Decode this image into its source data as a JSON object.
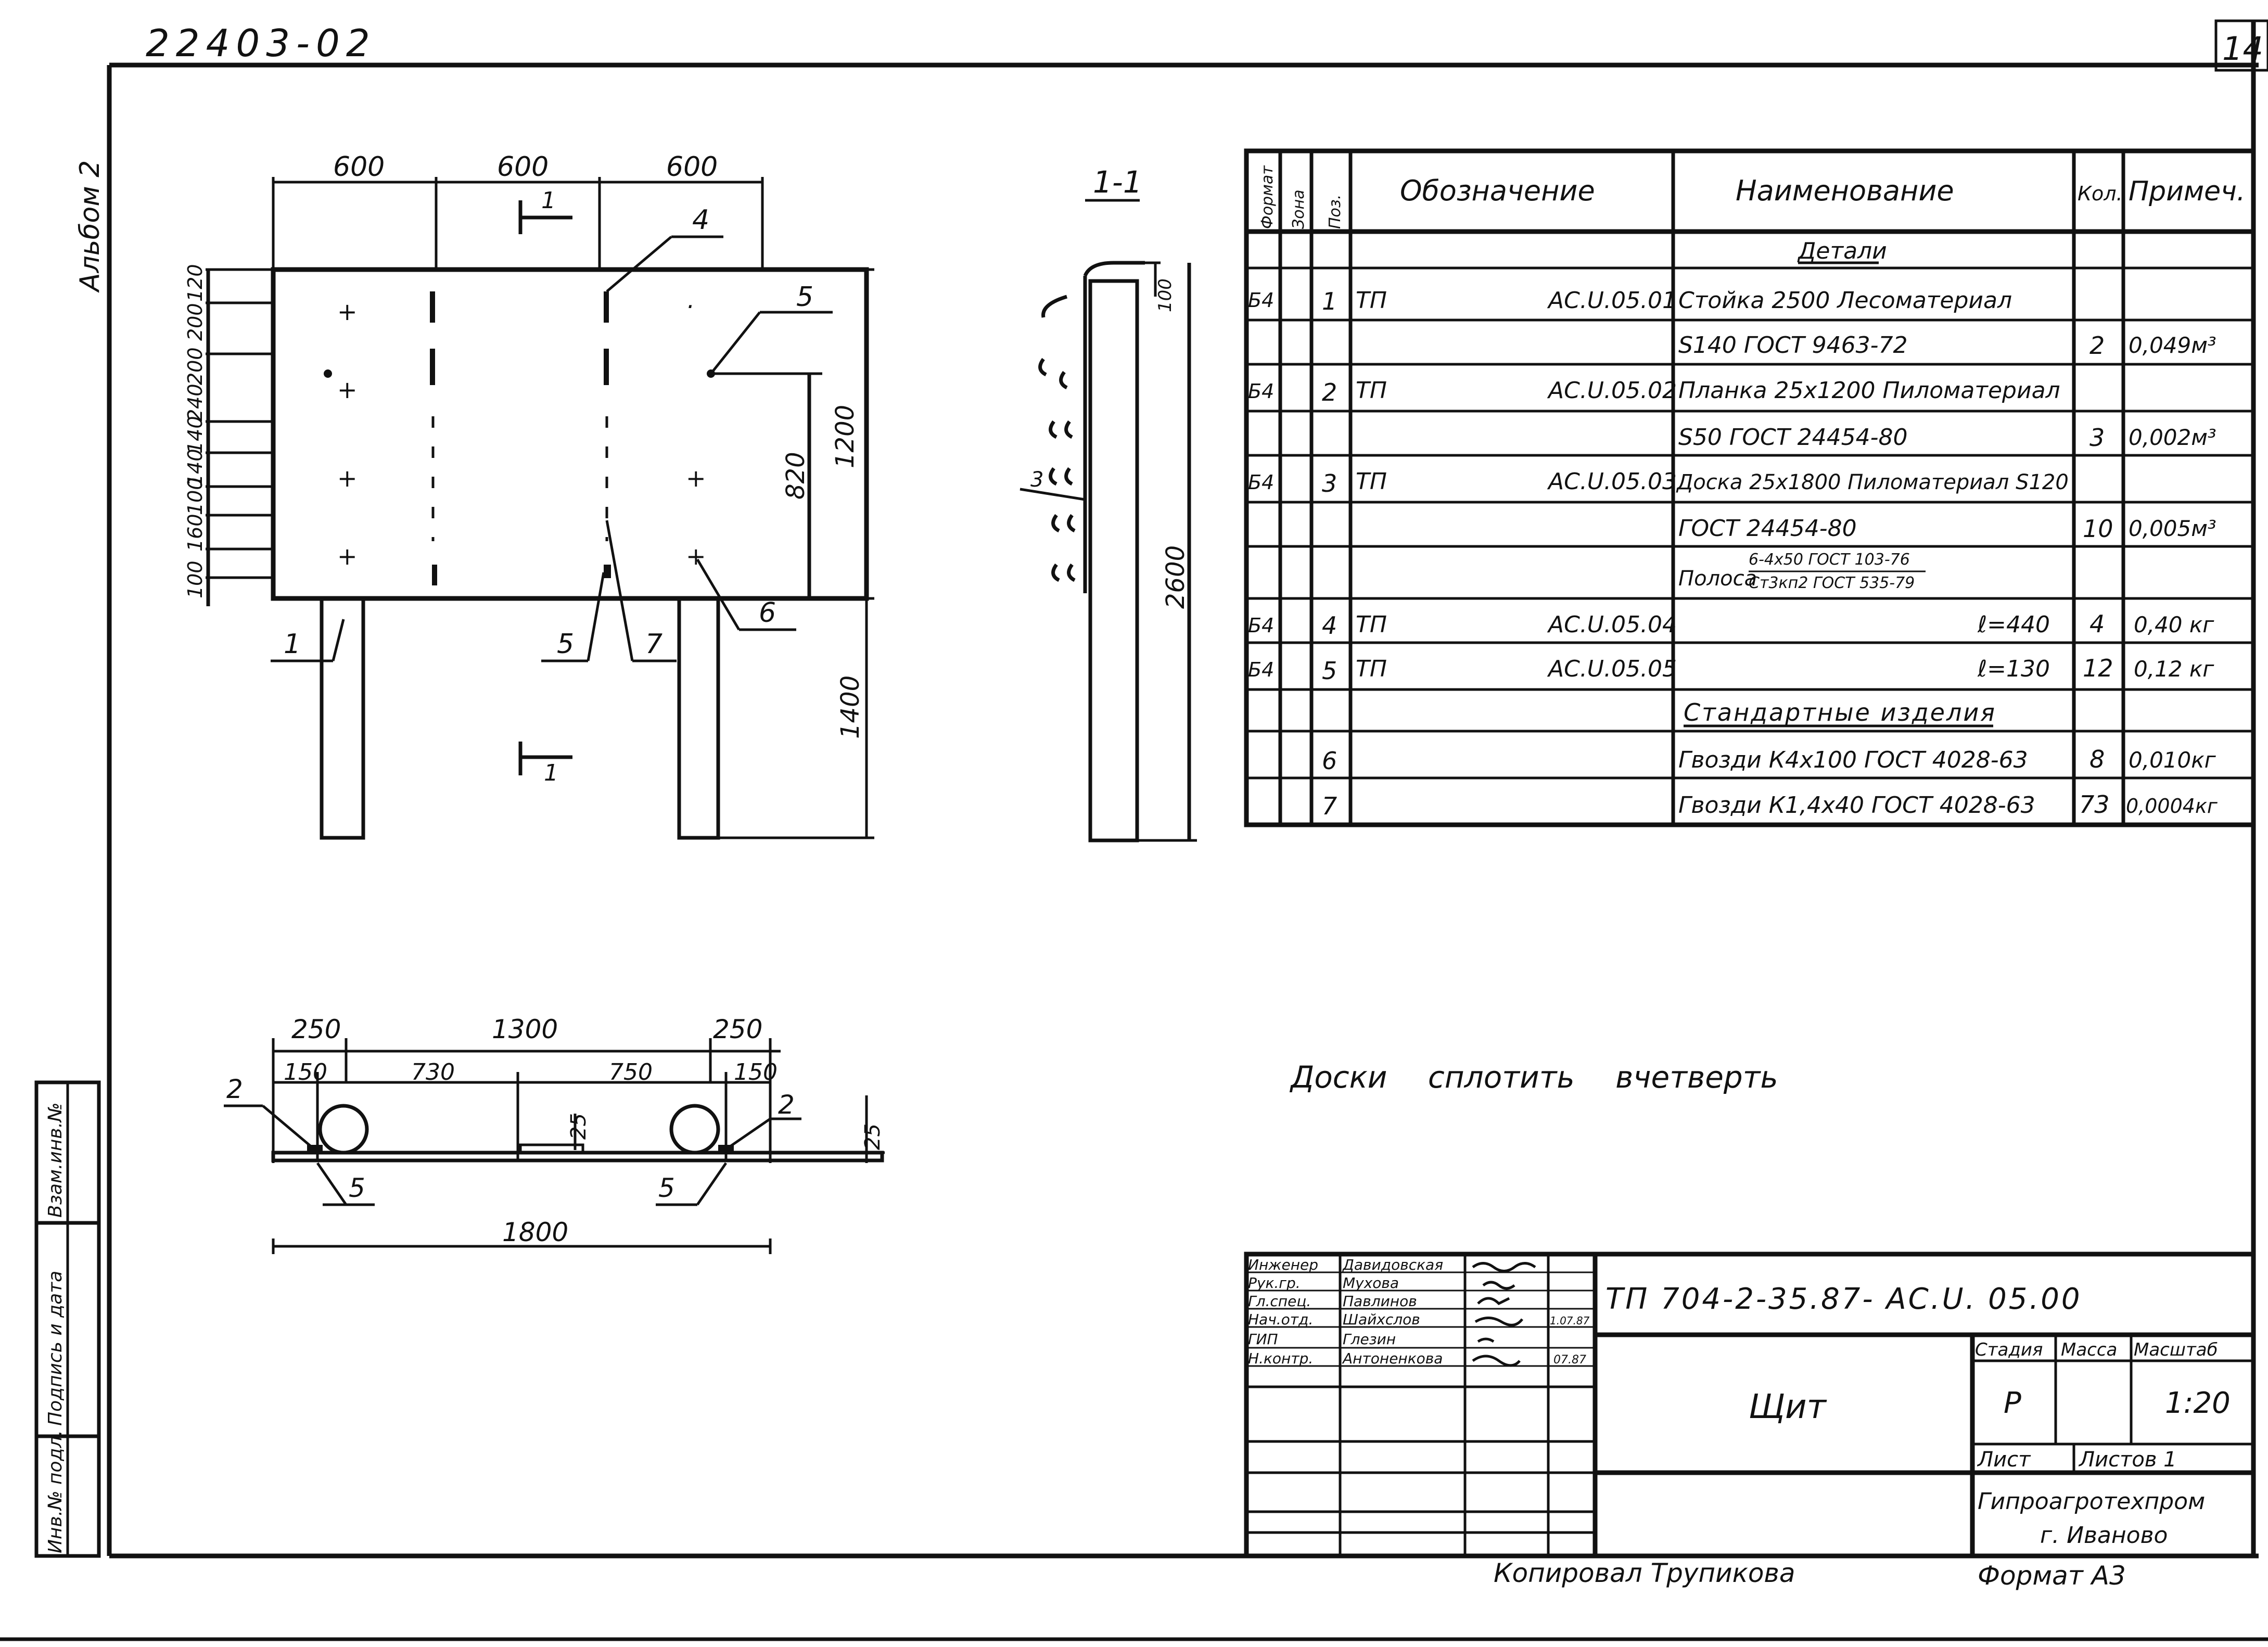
{
  "header": {
    "doc_number": "22403-02",
    "sheet_number": "14",
    "album": "Альбом 2"
  },
  "front_view": {
    "top_dims": [
      "600",
      "600",
      "600"
    ],
    "left_dims": [
      "200",
      "120",
      "200",
      "240",
      "140",
      "140",
      "100",
      "160",
      "100"
    ],
    "dim_820": "820",
    "dim_1200": "1200",
    "dim_1400": "1400",
    "section_mark": "1",
    "callouts": [
      "4",
      "5",
      "6",
      "1",
      "5",
      "7"
    ]
  },
  "side_view": {
    "title": "1-1",
    "dim_100": "100",
    "dim_2600": "2600",
    "label_3": "3"
  },
  "plan_view": {
    "top_dims": [
      "250",
      "1300",
      "250"
    ],
    "inner_dims": [
      "150",
      "730",
      "750",
      "150"
    ],
    "dim_25_center": "25",
    "dim_25_right": "25",
    "dim_1800": "1800",
    "callouts": [
      "2",
      "2",
      "5",
      "5"
    ]
  },
  "note": "Доски сплотить вчетверть",
  "spec_table": {
    "headers": {
      "format": "Формат",
      "zone": "Зона",
      "pos": "Поз.",
      "designation": "Обозначение",
      "name": "Наименование",
      "qty": "Кол.",
      "note": "Примеч."
    },
    "section_parts": "Детали",
    "section_standard": "Стандартные изделия",
    "rows": [
      {
        "fmt": "Б4",
        "pos": "1",
        "prefix": "ТП",
        "code": "АС.U.05.01",
        "name": "Стойка 2500 Лесоматериал",
        "qty": "",
        "note": ""
      },
      {
        "fmt": "",
        "pos": "",
        "prefix": "",
        "code": "",
        "name": "S140 ГОСТ 9463-72",
        "qty": "2",
        "note": "0,049м³"
      },
      {
        "fmt": "Б4",
        "pos": "2",
        "prefix": "ТП",
        "code": "АС.U.05.02",
        "name": "Планка 25х1200 Пиломатериал",
        "qty": "",
        "note": ""
      },
      {
        "fmt": "",
        "pos": "",
        "prefix": "",
        "code": "",
        "name": "S50 ГОСТ 24454-80",
        "qty": "3",
        "note": "0,002м³"
      },
      {
        "fmt": "Б4",
        "pos": "3",
        "prefix": "ТП",
        "code": "АС.U.05.03",
        "name": "Доска 25х1800 Пиломатериал S120",
        "qty": "",
        "note": ""
      },
      {
        "fmt": "",
        "pos": "",
        "prefix": "",
        "code": "",
        "name": "ГОСТ 24454-80",
        "qty": "10",
        "note": "0,005м³"
      },
      {
        "fmt": "",
        "pos": "",
        "prefix": "",
        "code": "",
        "name": "Полоса",
        "qty": "",
        "note": ""
      },
      {
        "fmt": "Б4",
        "pos": "4",
        "prefix": "ТП",
        "code": "АС.U.05.04",
        "name": "ℓ=440",
        "qty": "4",
        "note": "0,40 кг"
      },
      {
        "fmt": "Б4",
        "pos": "5",
        "prefix": "ТП",
        "code": "АС.U.05.05",
        "name": "ℓ=130",
        "qty": "12",
        "note": "0,12 кг"
      },
      {
        "fmt": "",
        "pos": "",
        "prefix": "",
        "code": "",
        "name": "",
        "qty": "",
        "note": ""
      },
      {
        "fmt": "",
        "pos": "6",
        "prefix": "",
        "code": "",
        "name": "Гвозди К4х100 ГОСТ 4028-63",
        "qty": "8",
        "note": "0,010кг"
      },
      {
        "fmt": "",
        "pos": "7",
        "prefix": "",
        "code": "",
        "name": "Гвозди К1,4х40 ГОСТ 4028-63",
        "qty": "73",
        "note": "0,0004кг"
      }
    ],
    "strip_line1": "6-4х50 ГОСТ 103-76",
    "strip_line2": "Ст3кп2 ГОСТ 535-79"
  },
  "title_block": {
    "code": "ТП 704-2-35.87- АС.U. 05.00",
    "title": "Щит",
    "stage_label": "Стадия",
    "mass_label": "Масса",
    "scale_label": "Масштаб",
    "stage": "Р",
    "scale": "1:20",
    "sheet_label": "Лист",
    "sheets_label": "Листов 1",
    "org": "Гипроагротехпром",
    "city": "г. Иваново",
    "people": [
      {
        "role": "Инженер",
        "name": "Давидовская",
        "date": ""
      },
      {
        "role": "Рук.гр.",
        "name": "Мухова",
        "date": ""
      },
      {
        "role": "Гл.спец.",
        "name": "Павлинов",
        "date": ""
      },
      {
        "role": "Нач.отд.",
        "name": "Шайхслов",
        "date": "1.07.87"
      },
      {
        "role": "ГИП",
        "name": "Глезин",
        "date": ""
      },
      {
        "role": "Н.контр.",
        "name": "Антоненкова",
        "date": "07.87"
      }
    ]
  },
  "side_stamp": {
    "inv": "Инв.№ подл.",
    "sign": "Подпись и дата",
    "replace": "Взам.инв.№"
  },
  "footer": {
    "copied": "Копировал Трупикова",
    "format": "Формат А3"
  }
}
